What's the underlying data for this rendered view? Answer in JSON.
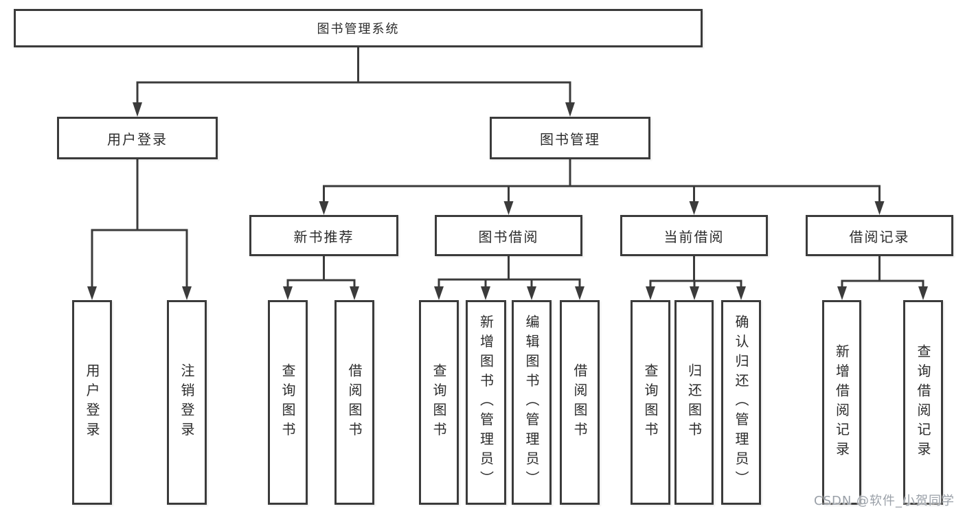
{
  "diagram_type": "hierarchy-tree",
  "colors": {
    "line": "#3b3b3b",
    "text": "#2c2c2c",
    "box_bg": "#ffffff",
    "background": "#ffffff",
    "watermark": "#9aa0a8"
  },
  "nodes": {
    "root": "图书管理系统",
    "login": "用户登录",
    "mgmt": "图书管理",
    "rec": "新书推荐",
    "borrow": "图书借阅",
    "current": "当前借阅",
    "records": "借阅记录",
    "login_user": "用户登录",
    "login_logout": "注销登录",
    "rec_query": "查询图书",
    "rec_borrow": "借阅图书",
    "borrow_query": "查询图书",
    "borrow_add": "新增图书（管理员）",
    "borrow_edit": "编辑图书（管理员）",
    "borrow_borrow": "借阅图书",
    "current_query": "查询图书",
    "current_return": "归还图书",
    "current_confirm": "确认归还（管理员）",
    "records_add": "新增借阅记录",
    "records_query": "查询借阅记录"
  },
  "hierarchy": {
    "root": [
      "login",
      "mgmt"
    ],
    "login": [
      "login_user",
      "login_logout"
    ],
    "mgmt": [
      "rec",
      "borrow",
      "current",
      "records"
    ],
    "rec": [
      "rec_query",
      "rec_borrow"
    ],
    "borrow": [
      "borrow_query",
      "borrow_add",
      "borrow_edit",
      "borrow_borrow"
    ],
    "current": [
      "current_query",
      "current_return",
      "current_confirm"
    ],
    "records": [
      "records_add",
      "records_query"
    ]
  },
  "watermark": "CSDN @软件_小贺同学"
}
